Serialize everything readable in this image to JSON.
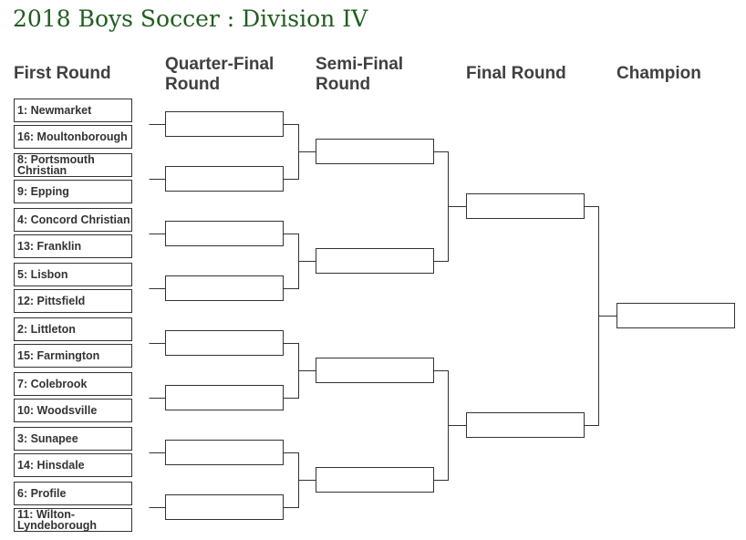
{
  "title": "2018 Boys Soccer : Division IV",
  "rounds": {
    "first": "First Round",
    "quarter": "Quarter-Final Round",
    "semi": "Semi-Final Round",
    "final": "Final Round",
    "champion": "Champion"
  },
  "teams": [
    "1: Newmarket",
    "16: Moultonborough",
    "8: Portsmouth Christian",
    "9: Epping",
    "4: Concord Christian",
    "13: Franklin",
    "5: Lisbon",
    "12: Pittsfield",
    "2: Littleton",
    "15: Farmington",
    "7: Colebrook",
    "10: Woodsville",
    "3: Sunapee",
    "14: Hinsdale",
    "6: Profile",
    "11: Wilton-Lyndeborough"
  ],
  "quarter_final": [
    "",
    "",
    "",
    "",
    "",
    "",
    "",
    ""
  ],
  "semi_final": [
    "",
    "",
    "",
    ""
  ],
  "final_round": [
    "",
    ""
  ],
  "champion": ""
}
